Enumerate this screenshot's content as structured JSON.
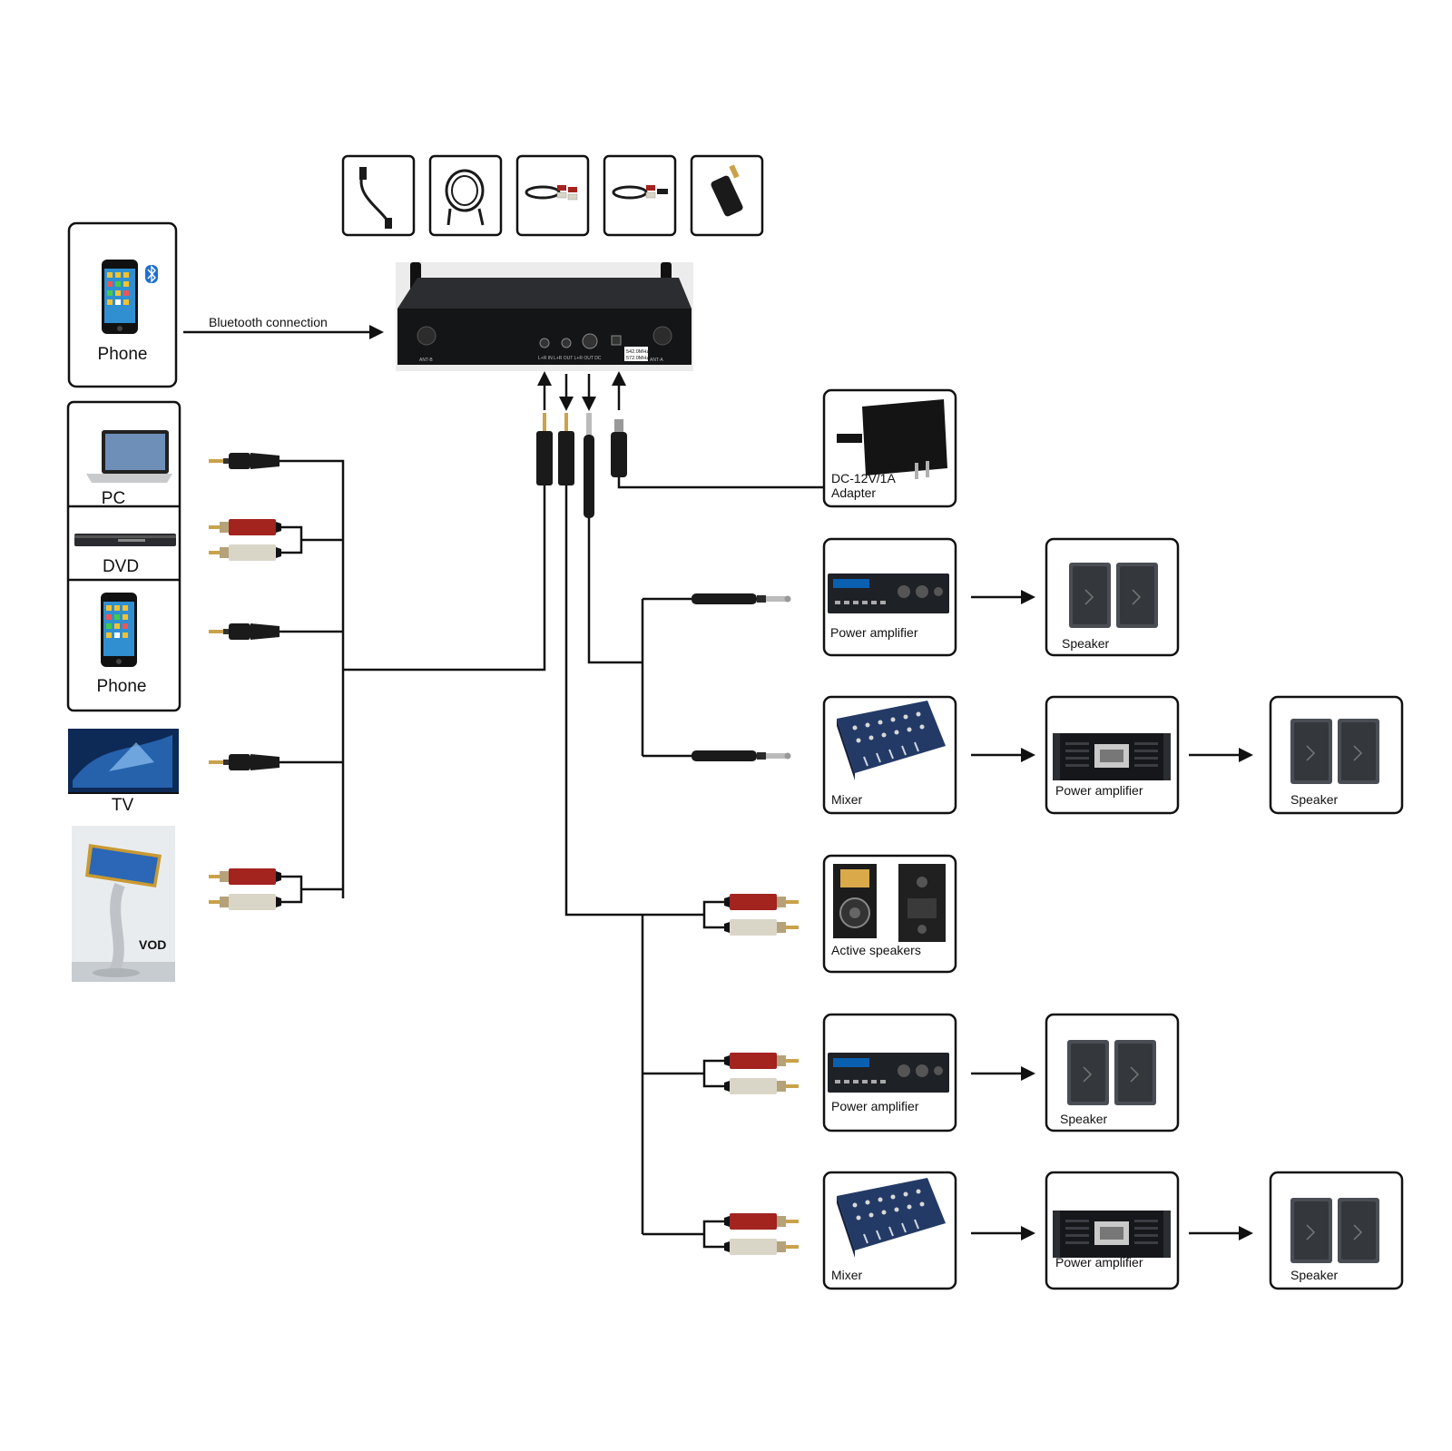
{
  "receiver": {
    "ports_text": "L+R IN   L+R OUT   L+R OUT   DC",
    "freq_1": "542.0MHz",
    "freq_2": "572.0MHz",
    "ant_left": "ANT-B",
    "ant_right": "ANT-A"
  },
  "bluetooth": {
    "label": "Bluetooth connection"
  },
  "sources": {
    "phone_bt": "Phone",
    "pc": "PC",
    "dvd": "DVD",
    "phone": "Phone",
    "tv": "TV",
    "vod": "VOD"
  },
  "adapter": {
    "line1": "DC-12V/1A",
    "line2": "Adapter"
  },
  "outputs": {
    "row1": {
      "device": "Power amplifier",
      "speaker": "Speaker"
    },
    "row2": {
      "device": "Mixer",
      "amp": "Power amplifier",
      "speaker": "Speaker"
    },
    "row3": {
      "device": "Active speakers"
    },
    "row4": {
      "device": "Power amplifier",
      "speaker": "Speaker"
    },
    "row5": {
      "device": "Mixer",
      "amp": "Power amplifier",
      "speaker": "Speaker"
    }
  },
  "colors": {
    "rca_red": "#a3231f",
    "rca_white": "#d9d6c8",
    "plug_black": "#1a1a1a",
    "gold": "#c9a24a"
  }
}
